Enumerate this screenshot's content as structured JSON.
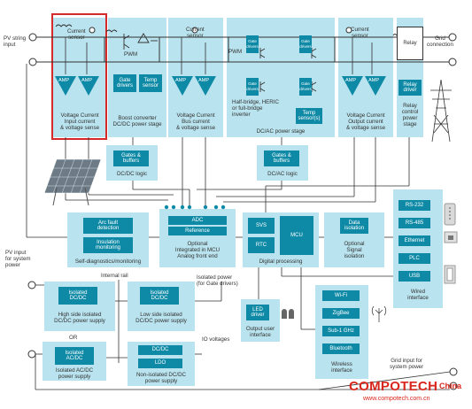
{
  "colors": {
    "light_block": "#b9e3ee",
    "dark_block": "#0f8aa6",
    "amp": "#0f8aa6",
    "highlight": "#d62a2a",
    "line": "#333333",
    "watermark_red": "#d9261c"
  },
  "top": {
    "pv_input": "PV string\ninput",
    "current_sensor_1": "Current\nsensor",
    "pwm_1": "PWM",
    "current_sensor_2": "Current\nsensor",
    "pwm_2": "PWM",
    "gate_drivers": "Gate\ndrivers",
    "current_sensor_3": "Current\nsensor",
    "relay": "Relay",
    "grid_connection": "Grid\nconnection"
  },
  "stages": {
    "input_sense": {
      "amp1": "AMP",
      "amp2": "AMP",
      "label": "Voltage  Current\nInput current\n& voltage sense"
    },
    "boost": {
      "gate_drivers": "Gate\ndrivers",
      "temp_sensor": "Temp\nsensor",
      "label": "Boost converter\nDC/DC power stage"
    },
    "bus_sense": {
      "amp1": "AMP",
      "amp2": "AMP",
      "label": "Voltage  Current\nBus current\n& voltage sense"
    },
    "dcac": {
      "inverter_text": "Half-bridge, HERIC\nor full-bridge\ninverter",
      "temp_sensors": "Temp\nsensor(s)",
      "label": "DC/AC power stage"
    },
    "output_sense": {
      "amp1": "AMP",
      "amp2": "AMP",
      "label": "Voltage  Current\nOutput current\n& voltage sense"
    },
    "relay_stage": {
      "relay_driver": "Relay\ndriver",
      "label": "Relay\ncontrol\npower\nstage"
    }
  },
  "logic": {
    "dcdc": {
      "block": "Gates &\nbuffers",
      "label": "DC/DC logic"
    },
    "dcac": {
      "block": "Gates &\nbuffers",
      "label": "DC/AC logic"
    }
  },
  "middle": {
    "self_diag": {
      "arc": "Arc fault\ndetection",
      "insulation": "Insulation\nmonitoring",
      "label": "Self-diagnostics/monitoring"
    },
    "afe": {
      "adc": "ADC",
      "reference": "Reference",
      "label": "Optional\nIntegrated in MCU\nAnalog front end"
    },
    "digital": {
      "svs": "SVS",
      "rtc": "RTC",
      "mcu": "MCU",
      "label": "Digital processing"
    },
    "isolation": {
      "block": "Data\nisolation",
      "label": "Optional\nSignal\nisolation"
    },
    "wired": {
      "items": [
        "RS-232",
        "RS-485",
        "Ethernet",
        "PLC",
        "USB"
      ],
      "label": "Wired\ninterface"
    }
  },
  "bottom": {
    "pv_power": "PV input\nfor system\npower",
    "internal_rail": "Internal rail",
    "hs_iso": {
      "block": "Isolated\nDC/DC",
      "label": "High side isolated\nDC/DC power supply"
    },
    "or": "OR",
    "acdc_iso": {
      "block": "Isolated\nAC/DC",
      "label": "Isolated AC/DC\npower supply"
    },
    "ls_iso": {
      "block": "Isolated\nDC/DC",
      "label": "Low side isolated\nDC/DC power supply"
    },
    "iso_power": "Isolated power\n(for Gate drivers)",
    "io_voltages": "IO voltages",
    "nonisolated": {
      "dcdc": "DC/DC",
      "ldo": "LDO",
      "label": "Non-isolated DC/DC\npower supply"
    },
    "ui": {
      "block": "LED\ndriver",
      "label": "Output user\ninterface"
    },
    "wireless": {
      "items": [
        "Wi-Fi",
        "ZigBee",
        "Sub-1 GHz",
        "Bluetooth"
      ],
      "label": "Wireless\ninterface"
    },
    "grid_input": "Grid input for\nsystem power"
  },
  "watermark": {
    "brand_a": "COMPOTECH",
    "brand_b": "China",
    "url": "www.compotech.com.cn"
  }
}
